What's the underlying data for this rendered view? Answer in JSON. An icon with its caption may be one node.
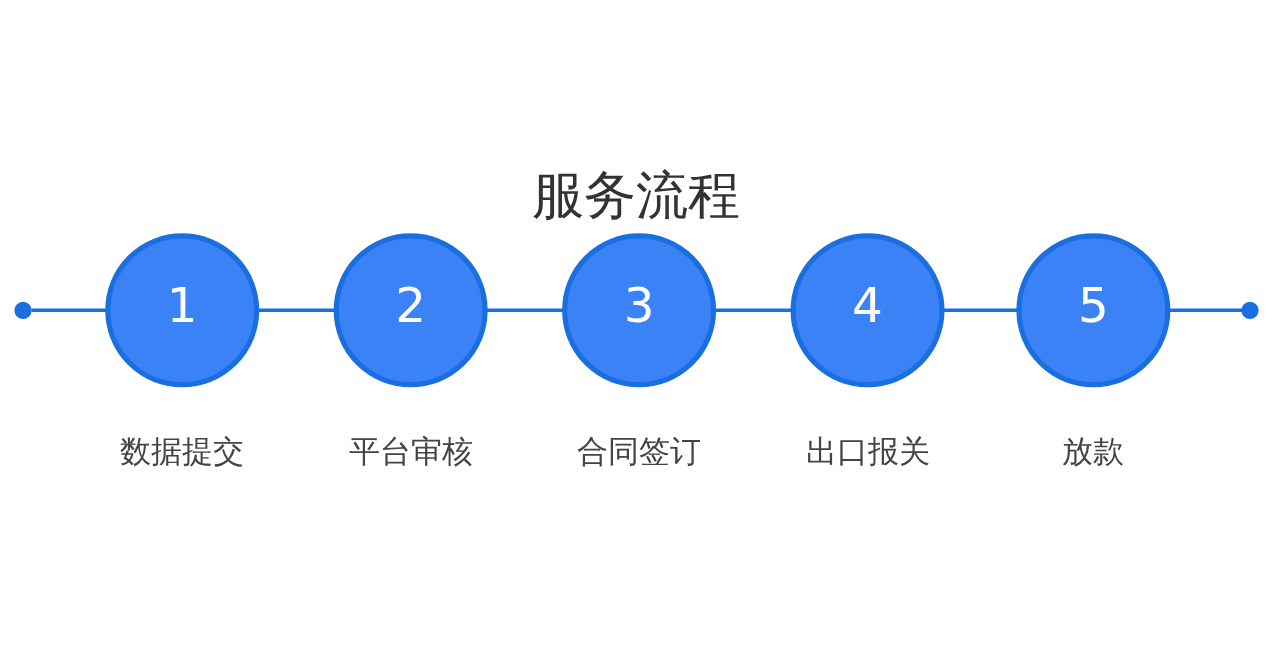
{
  "diagram": {
    "title": "服务流程",
    "nodes": [
      {
        "text": [],
        "shape": "circle"
      },
      {
        "text": [
          "1"
        ],
        "beside": [
          "数据提交"
        ]
      },
      {
        "text": [
          "2"
        ],
        "beside": [
          "平台审核"
        ]
      },
      {
        "text": [
          "3"
        ],
        "beside": [
          "合同签订"
        ]
      },
      {
        "text": [
          "4"
        ],
        "beside": [
          "出口报关"
        ]
      },
      {
        "text": [
          "5"
        ],
        "beside": [
          "放款"
        ]
      },
      {
        "text": [],
        "shape": "circle"
      }
    ],
    "edges": [
      {
        "from": 0,
        "to": 1,
        "arrow": "none"
      },
      {
        "from": 1,
        "to": 2,
        "arrow": "none"
      },
      {
        "from": 2,
        "to": 3,
        "arrow": "none"
      },
      {
        "from": 3,
        "to": 4,
        "arrow": "none"
      },
      {
        "from": 4,
        "to": 5,
        "arrow": "none"
      },
      {
        "from": 5,
        "to": 6,
        "arrow": "none"
      }
    ]
  }
}
